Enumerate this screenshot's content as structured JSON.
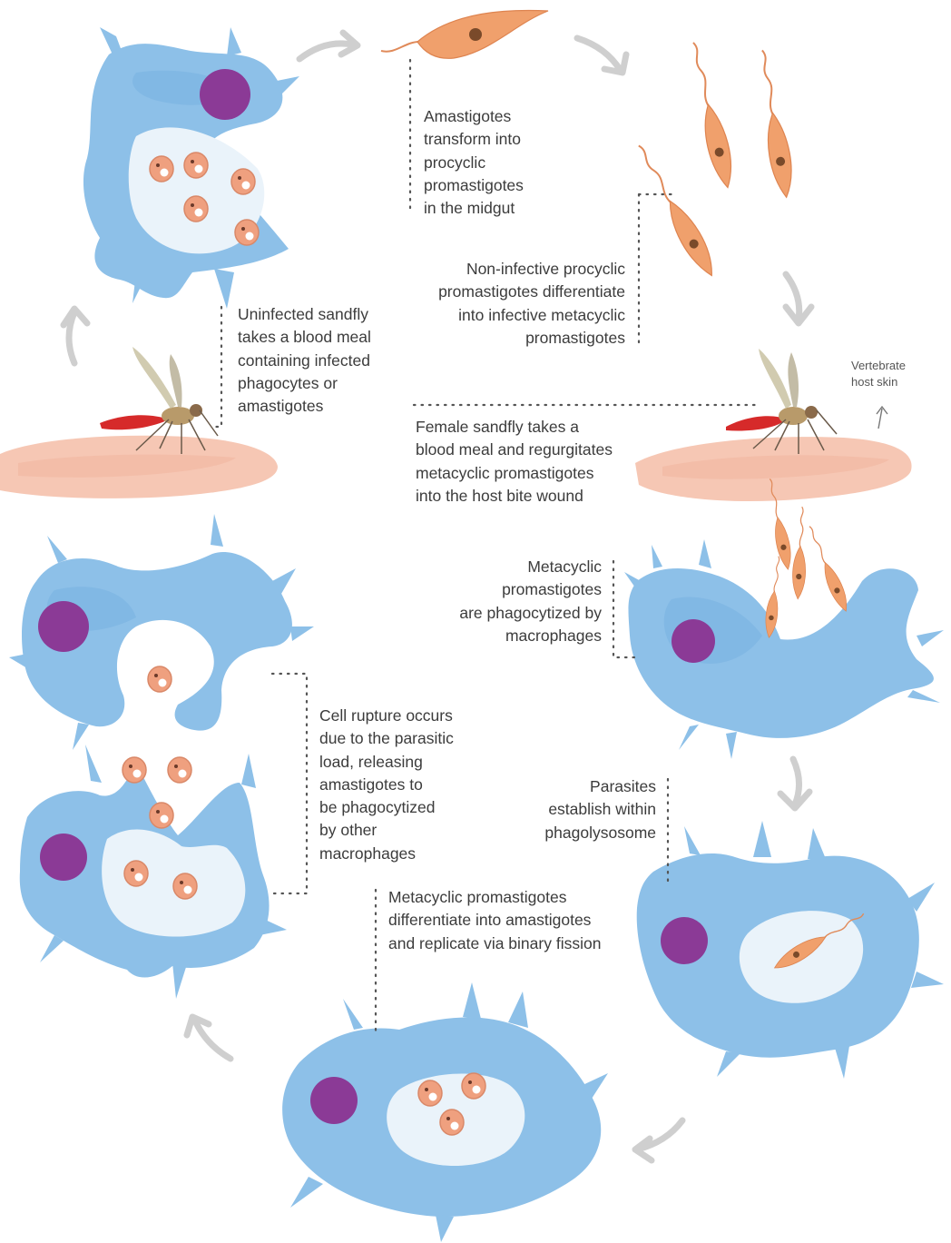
{
  "labels": {
    "amastigotes_transform": "Amastigotes\ntransform into\nprocyclic\npromastigotes\nin the midgut",
    "non_infective": "Non-infective procyclic\npromastigotes differentiate\ninto infective metacyclic\npromastigotes",
    "uninfected_sandfly": "Uninfected sandfly\ntakes a blood meal\ncontaining infected\nphagocytes or\namastigotes",
    "vertebrate_host_skin": "Vertebrate\nhost skin",
    "female_sandfly": "Female sandfly takes a\nblood meal and regurgitates\nmetacyclic promastigotes\ninto the host bite wound",
    "metacyclic_phagocytized": "Metacyclic\npromastigotes\nare phagocytized by\nmacrophages",
    "cell_rupture": "Cell rupture occurs\ndue to the parasitic\nload, releasing\namastigotes to\nbe phagocytized\nby other\nmacrophages",
    "parasites_establish": "Parasites\nestablish within\nphagolysosome",
    "metacyclic_differentiate": "Metacyclic promastigotes\ndifferentiate into amastigotes\nand replicate via binary fission"
  },
  "colors": {
    "macrophage": "#8dc0e8",
    "nucleus": "#8b3a96",
    "parasite": "#efa07f",
    "skin": "#f6c7b4",
    "sandfly_abdomen": "#d62a2a",
    "arrow": "#cfcfcf",
    "text": "#3c3c3c"
  },
  "icons": [
    "macrophage",
    "amastigote",
    "promastigote",
    "sandfly",
    "host-skin",
    "cycle-arrow"
  ]
}
